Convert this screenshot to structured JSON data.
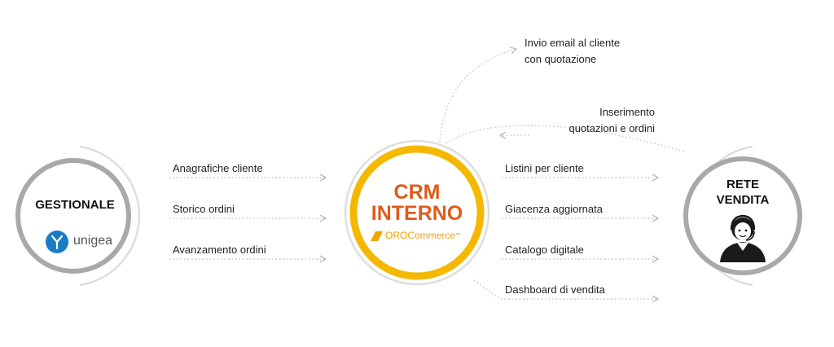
{
  "nodes": {
    "gestionale": {
      "title": "GESTIONALE",
      "logo_text": "unigea",
      "logo_icon": "unigea-logo-icon"
    },
    "crm": {
      "title_line1": "CRM",
      "title_line2": "INTERNO",
      "logo_text_oro": "ORO",
      "logo_text_commerce": "Commerce",
      "logo_tm": "™"
    },
    "rete": {
      "title_line1": "RETE",
      "title_line2": "VENDITA",
      "icon": "salesperson-avatar-icon"
    }
  },
  "left_flows": [
    "Anagrafiche cliente",
    "Storico ordini",
    "Avanzamento ordini"
  ],
  "right_flows": [
    "Listini per cliente",
    "Giacenza aggiornata",
    "Catalogo digitale",
    "Dashboard di vendita"
  ],
  "top_flows": {
    "email_line1": "Invio email al cliente",
    "email_line2": "con quotazione",
    "inserimento_line1": "Inserimento",
    "inserimento_line2": "quotazioni e ordini"
  },
  "colors": {
    "crm_ring": "#f5b800",
    "crm_text": "#e05a1a",
    "ring_gray": "#a9a9a9",
    "outer_arc": "#d8d8d8",
    "unigea_blue": "#1a7cc6",
    "arrow_dots": "#c4c4c4"
  }
}
